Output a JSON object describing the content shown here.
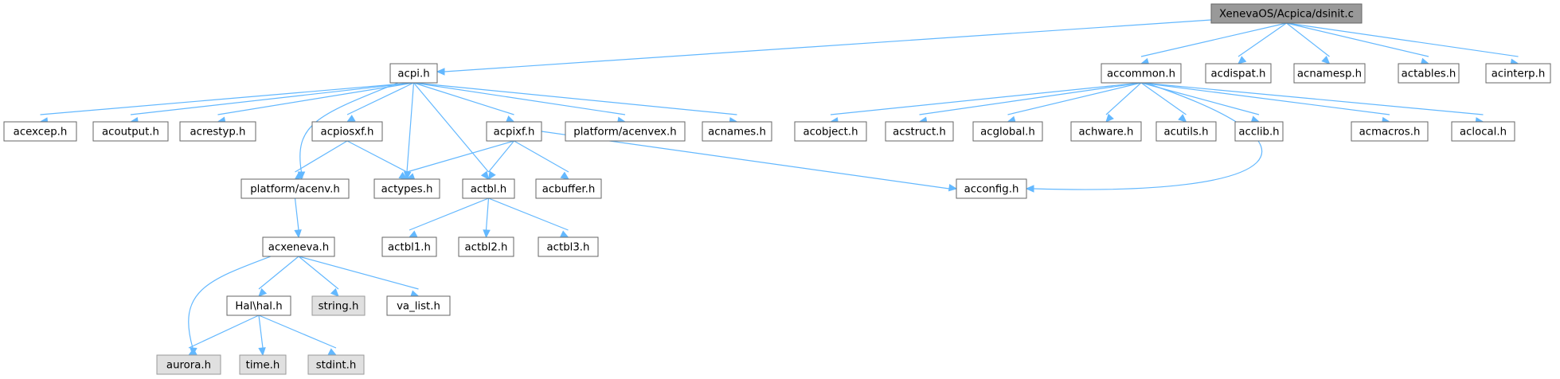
{
  "graph": {
    "nodes": {
      "root": {
        "label": "XenevaOS/Acpica/dsinit.c",
        "style": "root"
      },
      "acpi": {
        "label": "acpi.h",
        "style": "plain"
      },
      "accommon": {
        "label": "accommon.h",
        "style": "plain"
      },
      "acdispat": {
        "label": "acdispat.h",
        "style": "plain"
      },
      "acnamesp": {
        "label": "acnamesp.h",
        "style": "plain"
      },
      "actables": {
        "label": "actables.h",
        "style": "plain"
      },
      "acinterp": {
        "label": "acinterp.h",
        "style": "plain"
      },
      "acexcep": {
        "label": "acexcep.h",
        "style": "plain"
      },
      "acoutput": {
        "label": "acoutput.h",
        "style": "plain"
      },
      "acrestyp": {
        "label": "acrestyp.h",
        "style": "plain"
      },
      "acpiosxf": {
        "label": "acpiosxf.h",
        "style": "plain"
      },
      "acpixf": {
        "label": "acpixf.h",
        "style": "plain"
      },
      "acenvex": {
        "label": "platform/acenvex.h",
        "style": "plain"
      },
      "acnames": {
        "label": "acnames.h",
        "style": "plain"
      },
      "acobject": {
        "label": "acobject.h",
        "style": "plain"
      },
      "acstruct": {
        "label": "acstruct.h",
        "style": "plain"
      },
      "acglobal": {
        "label": "acglobal.h",
        "style": "plain"
      },
      "achware": {
        "label": "achware.h",
        "style": "plain"
      },
      "acutils": {
        "label": "acutils.h",
        "style": "plain"
      },
      "acclib": {
        "label": "acclib.h",
        "style": "plain"
      },
      "acmacros": {
        "label": "acmacros.h",
        "style": "plain"
      },
      "aclocal": {
        "label": "aclocal.h",
        "style": "plain"
      },
      "acenv": {
        "label": "platform/acenv.h",
        "style": "plain"
      },
      "actypes": {
        "label": "actypes.h",
        "style": "plain"
      },
      "actbl": {
        "label": "actbl.h",
        "style": "plain"
      },
      "acbuffer": {
        "label": "acbuffer.h",
        "style": "plain"
      },
      "acconfig": {
        "label": "acconfig.h",
        "style": "plain"
      },
      "acxeneva": {
        "label": "acxeneva.h",
        "style": "plain"
      },
      "actbl1": {
        "label": "actbl1.h",
        "style": "plain"
      },
      "actbl2": {
        "label": "actbl2.h",
        "style": "plain"
      },
      "actbl3": {
        "label": "actbl3.h",
        "style": "plain"
      },
      "halhal": {
        "label": "Hal\\hal.h",
        "style": "plain"
      },
      "string": {
        "label": "string.h",
        "style": "sys"
      },
      "va_list": {
        "label": "va_list.h",
        "style": "plain"
      },
      "aurora": {
        "label": "aurora.h",
        "style": "sys"
      },
      "time": {
        "label": "time.h",
        "style": "sys"
      },
      "stdint": {
        "label": "stdint.h",
        "style": "sys"
      }
    },
    "edges": [
      [
        "root",
        "acpi"
      ],
      [
        "root",
        "accommon"
      ],
      [
        "root",
        "acdispat"
      ],
      [
        "root",
        "acnamesp"
      ],
      [
        "root",
        "actables"
      ],
      [
        "root",
        "acinterp"
      ],
      [
        "acpi",
        "acexcep"
      ],
      [
        "acpi",
        "acoutput"
      ],
      [
        "acpi",
        "acrestyp"
      ],
      [
        "acpi",
        "acenv"
      ],
      [
        "acpi",
        "acpiosxf"
      ],
      [
        "acpi",
        "actypes"
      ],
      [
        "acpi",
        "actbl"
      ],
      [
        "acpi",
        "acpixf"
      ],
      [
        "acpi",
        "acenvex"
      ],
      [
        "acpi",
        "acnames"
      ],
      [
        "accommon",
        "acobject"
      ],
      [
        "accommon",
        "acstruct"
      ],
      [
        "accommon",
        "acglobal"
      ],
      [
        "accommon",
        "achware"
      ],
      [
        "accommon",
        "acutils"
      ],
      [
        "accommon",
        "acclib"
      ],
      [
        "accommon",
        "acmacros"
      ],
      [
        "accommon",
        "aclocal"
      ],
      [
        "accommon",
        "acconfig"
      ],
      [
        "acpiosxf",
        "acenv"
      ],
      [
        "acpiosxf",
        "actypes"
      ],
      [
        "acpixf",
        "actypes"
      ],
      [
        "acpixf",
        "actbl"
      ],
      [
        "acpixf",
        "acbuffer"
      ],
      [
        "acpixf",
        "acconfig"
      ],
      [
        "acenv",
        "acxeneva"
      ],
      [
        "actbl",
        "actbl1"
      ],
      [
        "actbl",
        "actbl2"
      ],
      [
        "actbl",
        "actbl3"
      ],
      [
        "acxeneva",
        "aurora"
      ],
      [
        "acxeneva",
        "halhal"
      ],
      [
        "acxeneva",
        "string"
      ],
      [
        "acxeneva",
        "va_list"
      ],
      [
        "halhal",
        "aurora"
      ],
      [
        "halhal",
        "time"
      ],
      [
        "halhal",
        "stdint"
      ]
    ]
  }
}
